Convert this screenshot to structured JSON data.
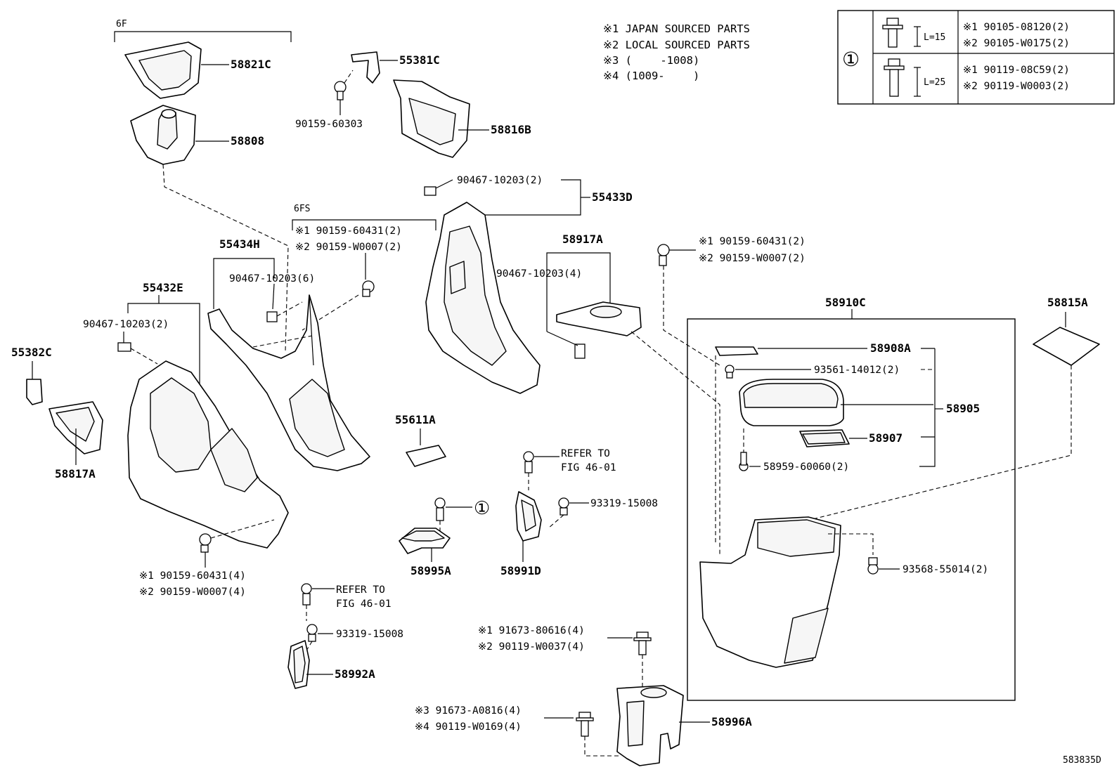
{
  "notes": [
    "※1 JAPAN SOURCED PARTS",
    "※2 LOCAL SOURCED PARTS",
    "※3 (　　 -1008)",
    "※4 (1009-　　 )"
  ],
  "legend_table": {
    "symbol": "①",
    "rows": [
      {
        "length": "L=15",
        "line1": "※1 90105-08120(2)",
        "line2": "※2 90105-W0175(2)"
      },
      {
        "length": "L=25",
        "line1": "※1 90119-08C59(2)",
        "line2": "※2 90119-W0003(2)"
      }
    ]
  },
  "labels": {
    "l_6f": "6F",
    "l_58821c": "58821C",
    "l_58808": "58808",
    "l_55381c": "55381C",
    "l_90159_60303": "90159-60303",
    "l_58816b": "58816B",
    "l_90467_10203_2a": "90467-10203(2)",
    "l_55433d": "55433D",
    "l_6fs": "6FS",
    "l_fs_1": "※1 90159-60431(2)",
    "l_fs_2": "※2 90159-W0007(2)",
    "l_55434h": "55434H",
    "l_90467_10203_6": "90467-10203(6)",
    "l_55432e": "55432E",
    "l_90467_10203_2b": "90467-10203(2)",
    "l_55382c": "55382C",
    "l_58817a": "58817A",
    "l_58917a": "58917A",
    "l_90467_10203_4": "90467-10203(4)",
    "l_r_1": "※1 90159-60431(2)",
    "l_r_2": "※2 90159-W0007(2)",
    "l_58910c": "58910C",
    "l_58815a": "58815A",
    "l_58908a": "58908A",
    "l_93561": "93561-14012(2)",
    "l_58905": "58905",
    "l_58907": "58907",
    "l_58959": "58959-60060(2)",
    "l_55611a": "55611A",
    "l_refer1a": "REFER TO",
    "l_refer1b": "FIG 46-01",
    "l_circle1": "①",
    "l_93319a": "93319-15008",
    "l_58995a": "58995A",
    "l_58991d": "58991D",
    "l_93568": "93568-55014(2)",
    "l_bl_1": "※1 90159-60431(4)",
    "l_bl_2": "※2 90159-W0007(4)",
    "l_refer2a": "REFER TO",
    "l_refer2b": "FIG 46-01",
    "l_93319b": "93319-15008",
    "l_58992a": "58992A",
    "l_b_1": "※1 91673-80616(4)",
    "l_b_2": "※2 90119-W0037(4)",
    "l_b_3": "※3 91673-A0816(4)",
    "l_b_4": "※4 90119-W0169(4)",
    "l_58996a": "58996A",
    "l_footer": "583835D"
  }
}
